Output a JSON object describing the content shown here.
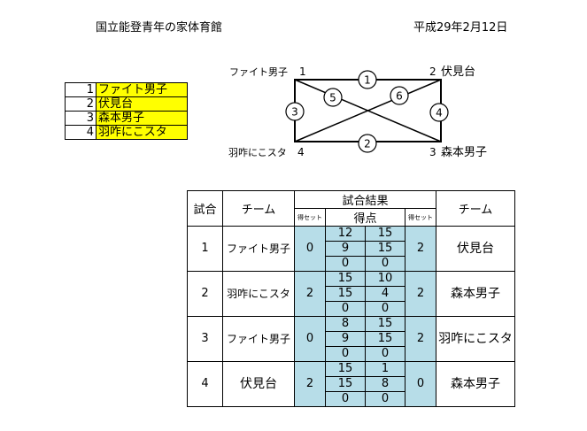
{
  "header": {
    "venue": "国立能登青年の家体育館",
    "date": "平成29年2月12日"
  },
  "teams": [
    {
      "num": "1",
      "name": "ファイト男子"
    },
    {
      "num": "2",
      "name": "伏見台"
    },
    {
      "num": "3",
      "name": "森本男子"
    },
    {
      "num": "4",
      "name": "羽咋にこスタ"
    }
  ],
  "diagram": {
    "corner_tl": "ファイト男子",
    "corner_tl_num": "1",
    "corner_tr_num": "2",
    "corner_tr": "伏見台",
    "corner_bl": "羽咋にこスタ",
    "corner_bl_num": "4",
    "corner_br_num": "3",
    "corner_br": "森本男子",
    "order_top": "1",
    "order_bottom": "2",
    "order_left": "3",
    "order_right": "4",
    "order_diag_left": "5",
    "order_diag_right": "6"
  },
  "results": {
    "col_match": "試合",
    "col_team_left": "チーム",
    "col_result": "試合結果",
    "col_sets_left": "得セット",
    "col_points": "得点",
    "col_sets_right": "得セット",
    "col_team_right": "チーム",
    "matches": [
      {
        "no": "1",
        "team_a": "ファイト男子",
        "sets_a": "0",
        "scores": [
          [
            "12",
            "15"
          ],
          [
            "9",
            "15"
          ],
          [
            "0",
            "0"
          ]
        ],
        "sets_b": "2",
        "team_b": "伏見台"
      },
      {
        "no": "2",
        "team_a": "羽咋にこスタ",
        "sets_a": "2",
        "scores": [
          [
            "15",
            "10"
          ],
          [
            "15",
            "4"
          ],
          [
            "0",
            "0"
          ]
        ],
        "sets_b": "2",
        "team_b": "森本男子"
      },
      {
        "no": "3",
        "team_a": "ファイト男子",
        "sets_a": "0",
        "scores": [
          [
            "8",
            "15"
          ],
          [
            "9",
            "15"
          ],
          [
            "0",
            "0"
          ]
        ],
        "sets_b": "2",
        "team_b": "羽咋にこスタ"
      },
      {
        "no": "4",
        "team_a": "伏見台",
        "sets_a": "2",
        "scores": [
          [
            "15",
            "1"
          ],
          [
            "15",
            "8"
          ],
          [
            "0",
            "0"
          ]
        ],
        "sets_b": "0",
        "team_b": "森本男子"
      }
    ]
  }
}
